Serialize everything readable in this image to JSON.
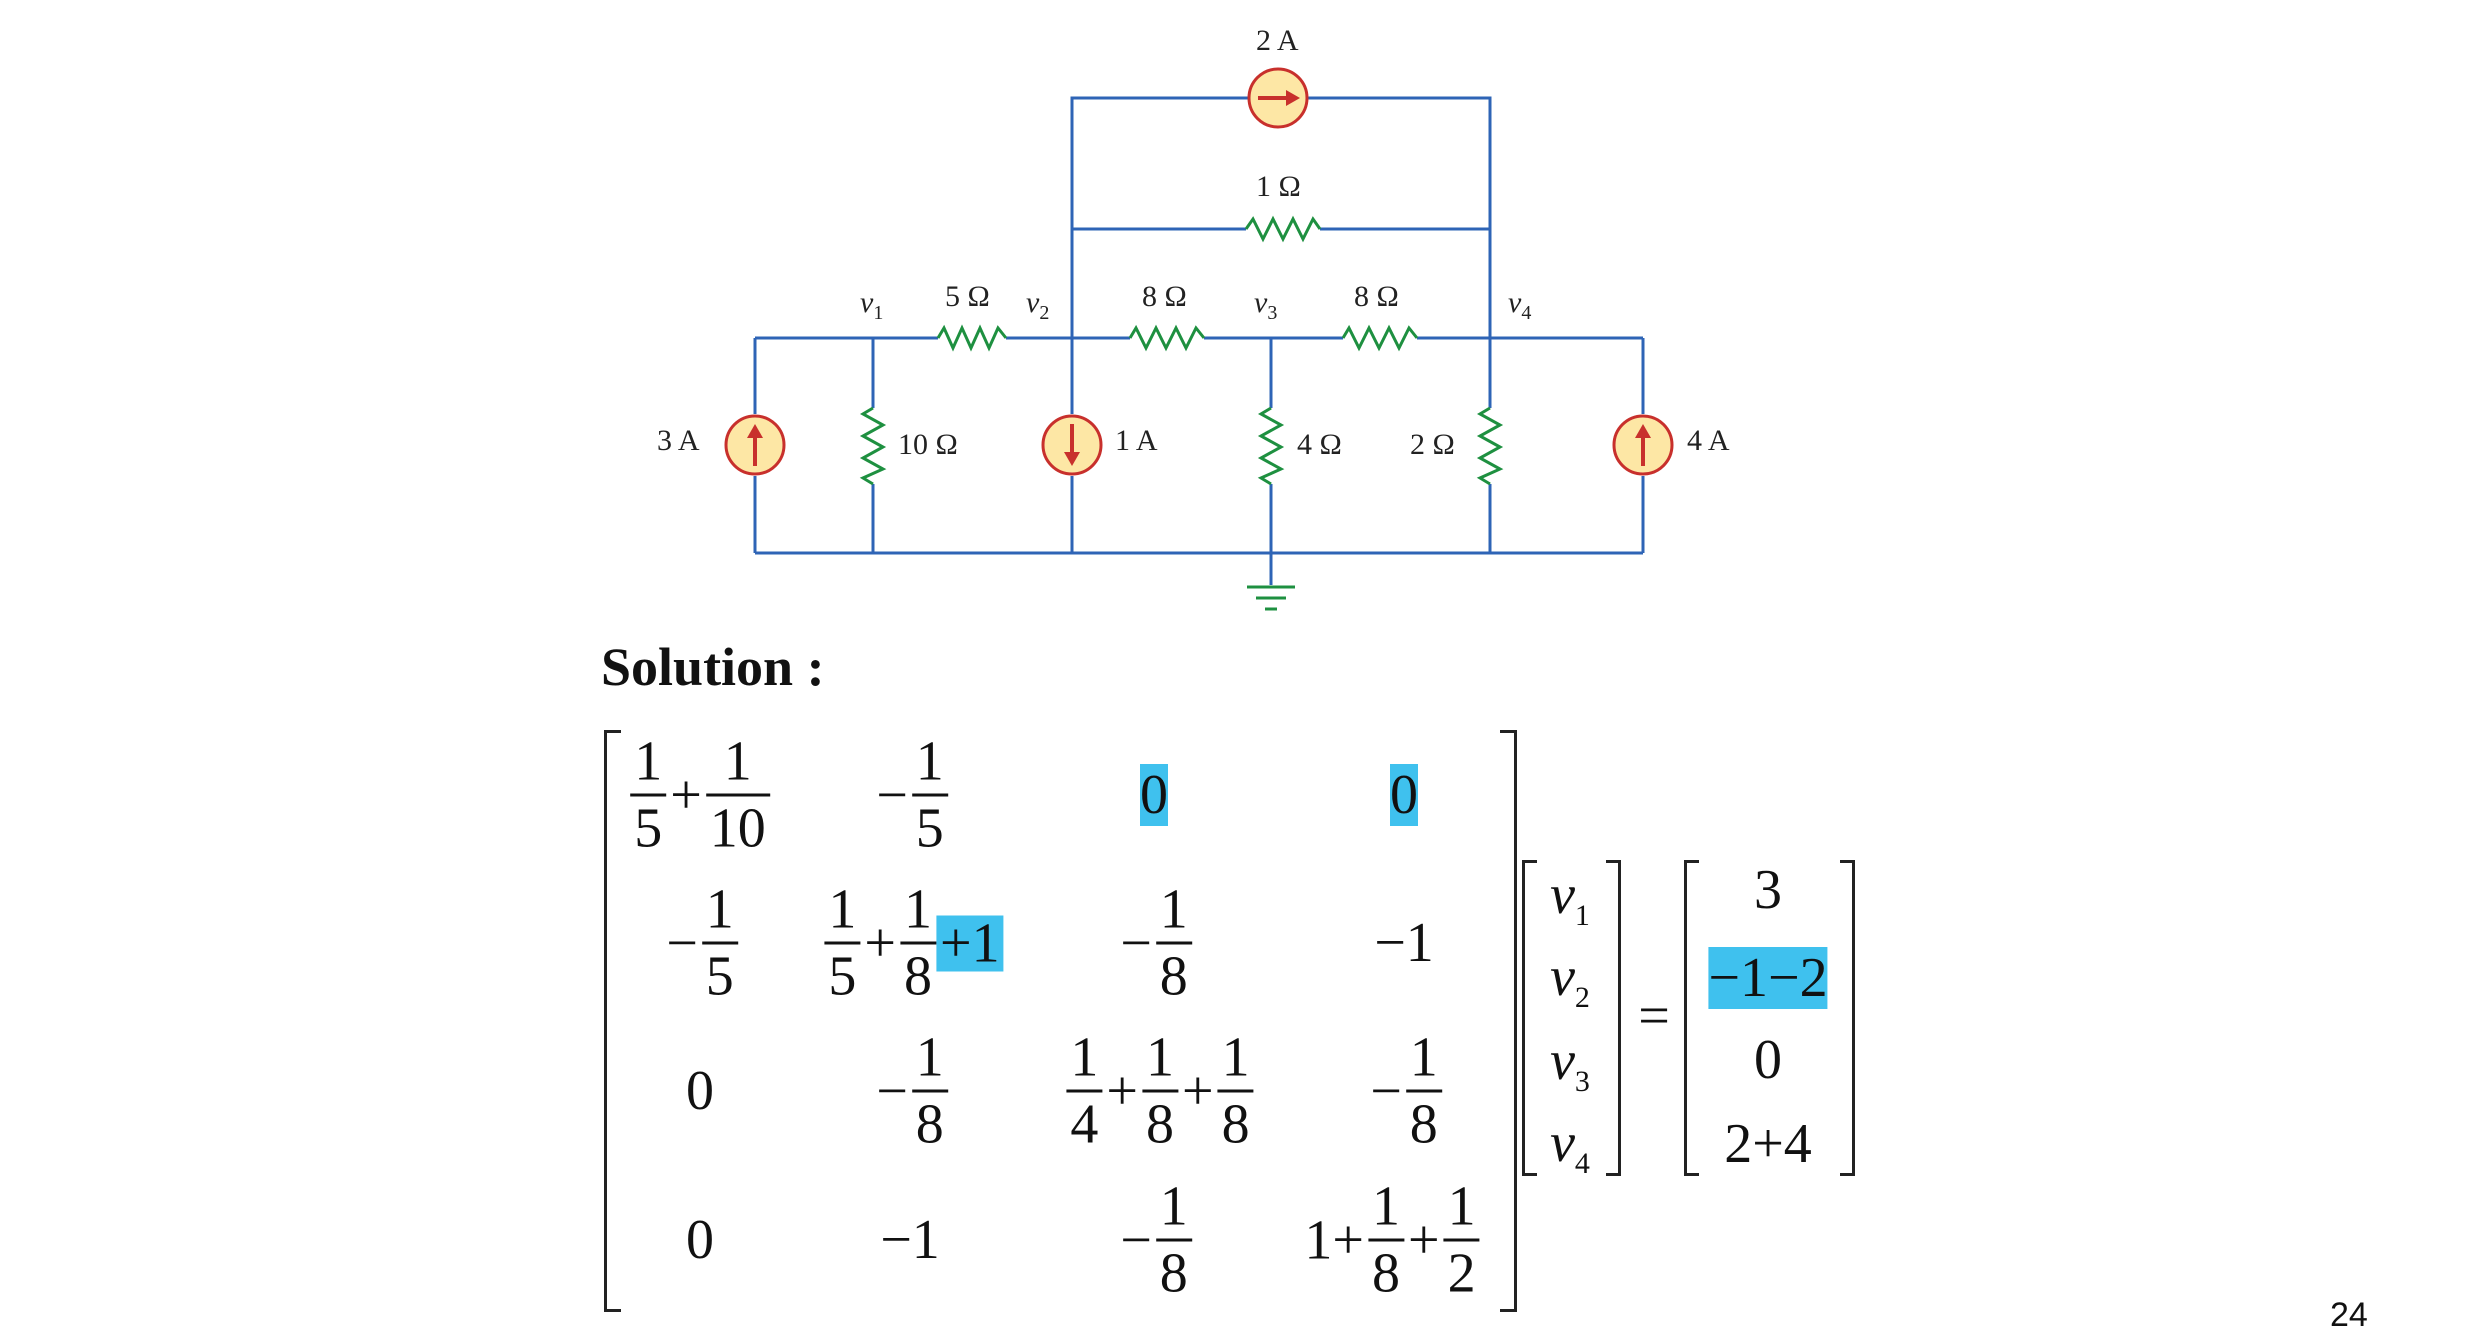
{
  "circuit": {
    "sources": {
      "top": "2 A",
      "left": "3 A",
      "mid": "1 A",
      "right": "4 A"
    },
    "resistors": {
      "top": "1 Ω",
      "r12": "5 Ω",
      "r23": "8 Ω",
      "r34": "8 Ω",
      "r1g": "10 Ω",
      "r3g": "4 Ω",
      "r4g": "2 Ω"
    },
    "nodes": {
      "v1": "v",
      "v1_sub": "1",
      "v2": "v",
      "v2_sub": "2",
      "v3": "v",
      "v3_sub": "3",
      "v4": "v",
      "v4_sub": "4"
    },
    "colors": {
      "wire": "#2e64b6",
      "resistor": "#1e9040",
      "source_fill": "#fde7a5",
      "source_ring": "#c8302c",
      "arrow": "#c8302c"
    }
  },
  "solution_title": "Solution :",
  "matrix": {
    "r1c1": {
      "n1": "1",
      "d1": "5",
      "op": "+",
      "n2": "1",
      "d2": "10"
    },
    "r1c2": {
      "sign": "−",
      "n": "1",
      "d": "5"
    },
    "r1c3": "0",
    "r1c4": "0",
    "r2c1": {
      "sign": "−",
      "n": "1",
      "d": "5"
    },
    "r2c2": {
      "n1": "1",
      "d1": "5",
      "op": "+",
      "n2": "1",
      "d2": "8",
      "extra": "+1"
    },
    "r2c3": {
      "sign": "−",
      "n": "1",
      "d": "8"
    },
    "r2c4": "−1",
    "r3c1": "0",
    "r3c2": {
      "sign": "−",
      "n": "1",
      "d": "8"
    },
    "r3c3": {
      "n1": "1",
      "d1": "4",
      "op1": "+",
      "n2": "1",
      "d2": "8",
      "op2": "+",
      "n3": "1",
      "d3": "8"
    },
    "r3c4": {
      "sign": "−",
      "n": "1",
      "d": "8"
    },
    "r4c1": "0",
    "r4c2": "−1",
    "r4c3": {
      "sign": "−",
      "n": "1",
      "d": "8"
    },
    "r4c4": {
      "lead": "1+",
      "n1": "1",
      "d1": "8",
      "op": "+",
      "n2": "1",
      "d2": "2"
    }
  },
  "unknowns": {
    "v": "v",
    "s1": "1",
    "s2": "2",
    "s3": "3",
    "s4": "4"
  },
  "equals": "=",
  "rhs": [
    "3",
    "−1−2",
    "0",
    "2+4"
  ],
  "highlight_color": "#3fc1ee",
  "page_number": "24"
}
